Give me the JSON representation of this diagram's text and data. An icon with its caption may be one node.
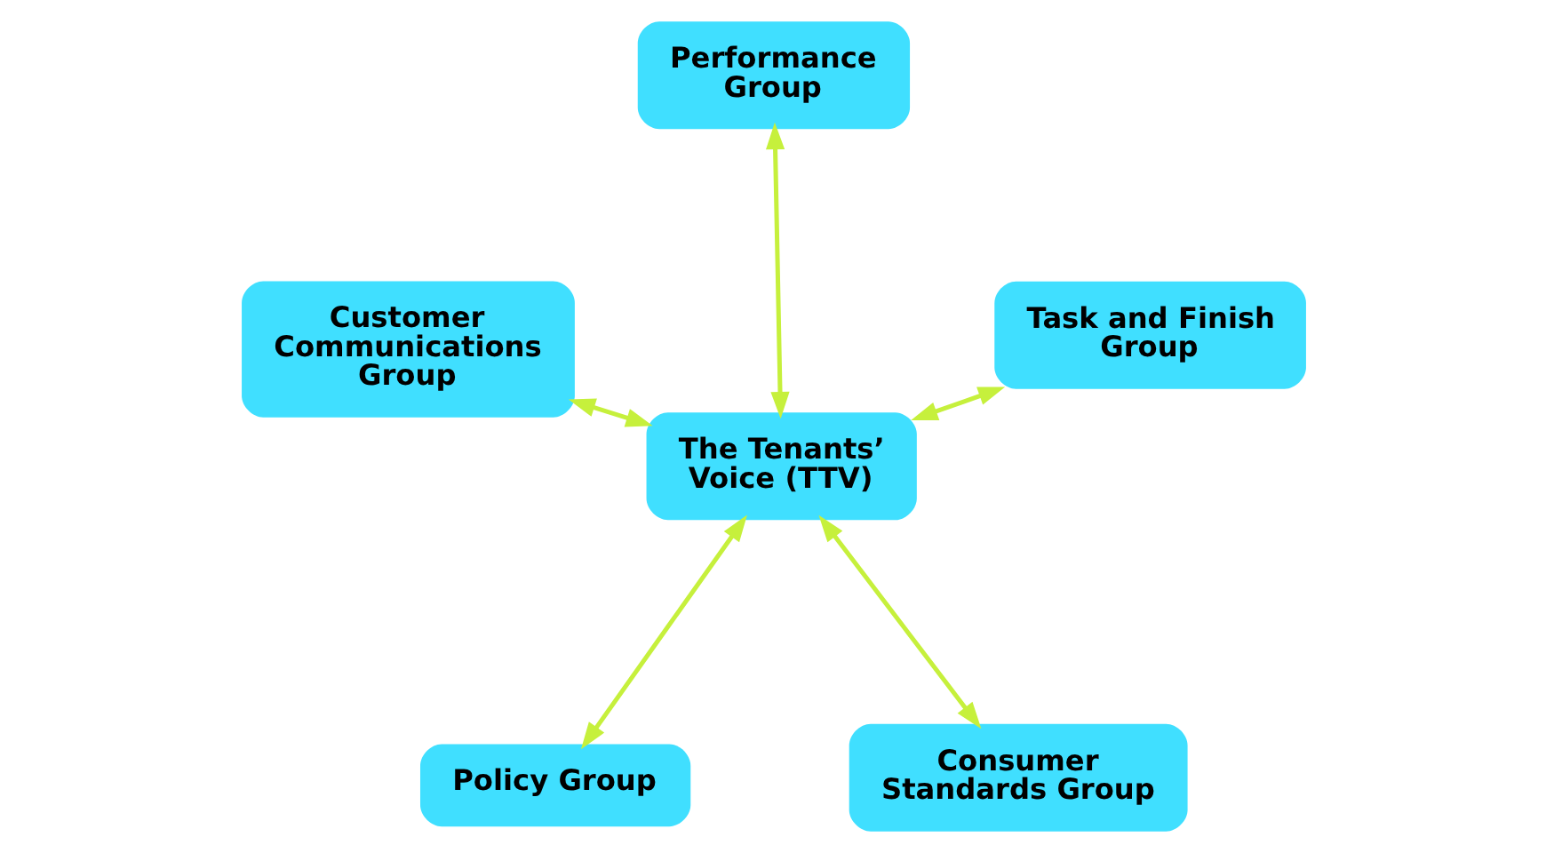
{
  "diagram": {
    "nodes": [
      {
        "text": [
          "Policy Group"
        ]
      },
      {
        "text": [
          "Consumer Standards Group"
        ]
      },
      {
        "text": [
          "The Tenants’ Voice (TTV)"
        ]
      },
      {
        "text": [
          "Performance Group"
        ]
      },
      {
        "text": [
          "Task and Finish Group"
        ]
      },
      {
        "text": [
          "Customer Communications Group"
        ]
      }
    ],
    "edges": [
      {
        "from": 2,
        "to": 0,
        "arrow": "both"
      },
      {
        "from": 2,
        "to": 1,
        "arrow": "both"
      },
      {
        "from": 2,
        "to": 3,
        "arrow": "both"
      },
      {
        "from": 2,
        "to": 4,
        "arrow": "both"
      },
      {
        "from": 2,
        "to": 5,
        "arrow": "both"
      }
    ]
  }
}
